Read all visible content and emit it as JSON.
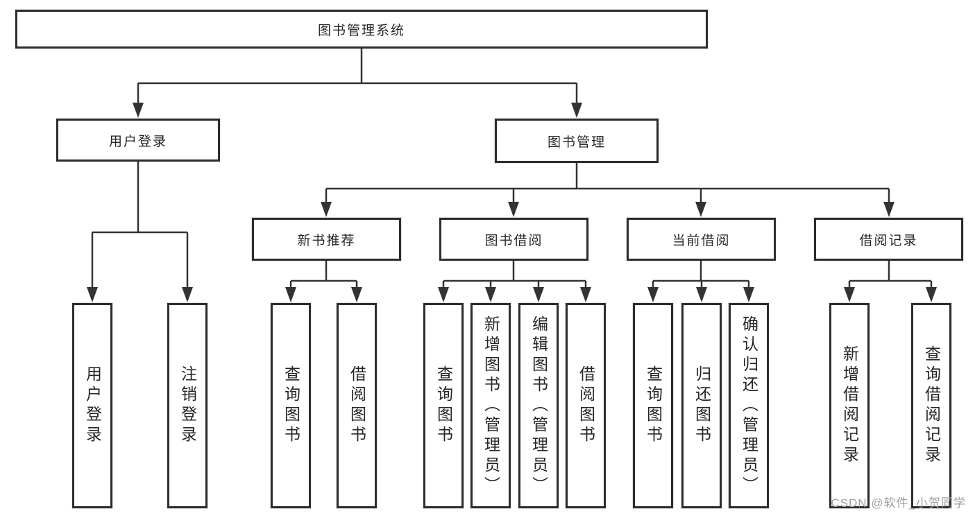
{
  "tree": {
    "root": {
      "label": "图书管理系统"
    },
    "branches": [
      {
        "label": "用户登录",
        "children": [
          {
            "label": "用户登录"
          },
          {
            "label": "注销登录"
          }
        ]
      },
      {
        "label": "图书管理",
        "children": [
          {
            "label": "新书推荐",
            "children": [
              {
                "label": "查询图书"
              },
              {
                "label": "借阅图书"
              }
            ]
          },
          {
            "label": "图书借阅",
            "children": [
              {
                "label": "查询图书"
              },
              {
                "label": "新增图书（管理员）"
              },
              {
                "label": "编辑图书（管理员）"
              },
              {
                "label": "借阅图书"
              }
            ]
          },
          {
            "label": "当前借阅",
            "children": [
              {
                "label": "查询图书"
              },
              {
                "label": "归还图书"
              },
              {
                "label": "确认归还（管理员）"
              }
            ]
          },
          {
            "label": "借阅记录",
            "children": [
              {
                "label": "新增借阅记录"
              },
              {
                "label": "查询借阅记录"
              }
            ]
          }
        ]
      }
    ]
  },
  "watermark": {
    "text": "CSDN @软件_小贺同学"
  },
  "colors": {
    "line": "#333333",
    "box_border": "#2d2d2d",
    "box_fill": "#ffffff",
    "text": "#262626",
    "watermark": "#9e9e9e"
  }
}
